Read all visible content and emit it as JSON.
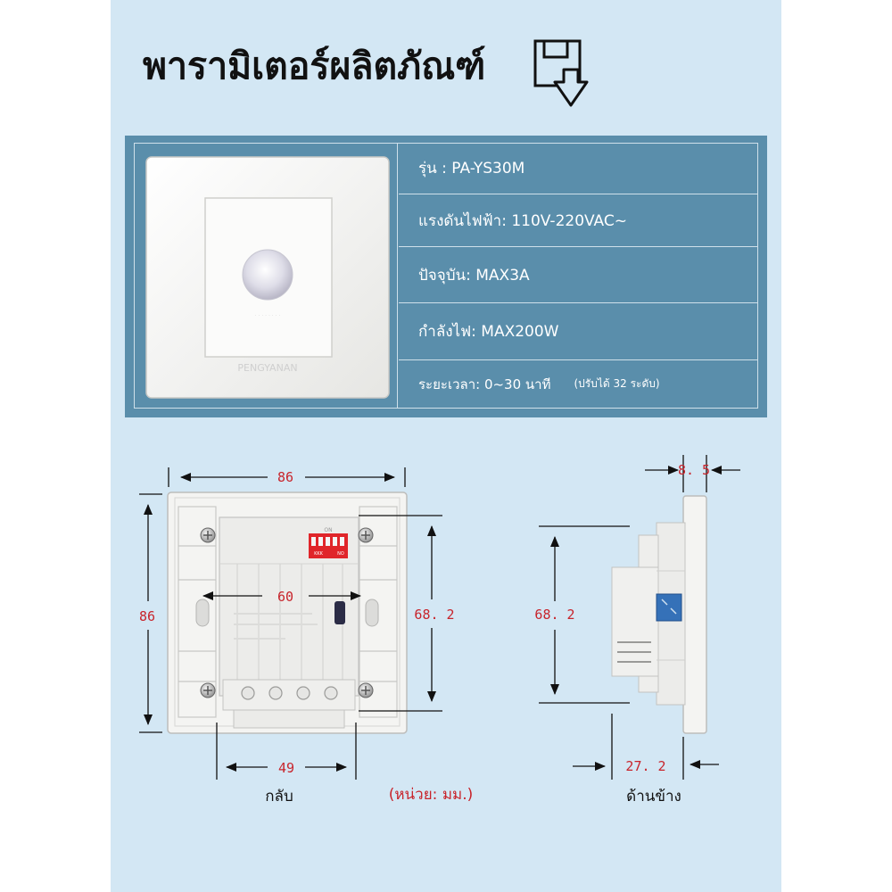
{
  "page": {
    "title": "พารามิเตอร์ผลิตภัณฑ์"
  },
  "product": {
    "brand": "PENGYANAN"
  },
  "specs": [
    {
      "text": "รุ่น : PA-YS30M"
    },
    {
      "text": "แรงดันไฟฟ้า: 110V-220VAC~"
    },
    {
      "text": "ปัจจุบัน: MAX3A"
    },
    {
      "text": "กำลังไฟ: MAX200W"
    },
    {
      "text": "ระยะเวลา: 0~30 นาที",
      "note": "(ปรับได้ 32 ระดับ)"
    }
  ],
  "back_view": {
    "width": "86",
    "height": "86",
    "inner_width": "60",
    "inner_height": "68. 2",
    "bottom_width": "49",
    "caption": "กลับ"
  },
  "side_view": {
    "thickness": "8. 5",
    "height": "68. 2",
    "depth": "27. 2",
    "caption": "ด้านข้าง"
  },
  "unit_note": "(หน่วย: มม.)",
  "dip_switch": {
    "label": "ON",
    "markings": "KKK",
    "num": "NO"
  },
  "colors": {
    "panel": "#5a8eab",
    "background": "#d3e7f4",
    "dimension": "#c8242b"
  }
}
